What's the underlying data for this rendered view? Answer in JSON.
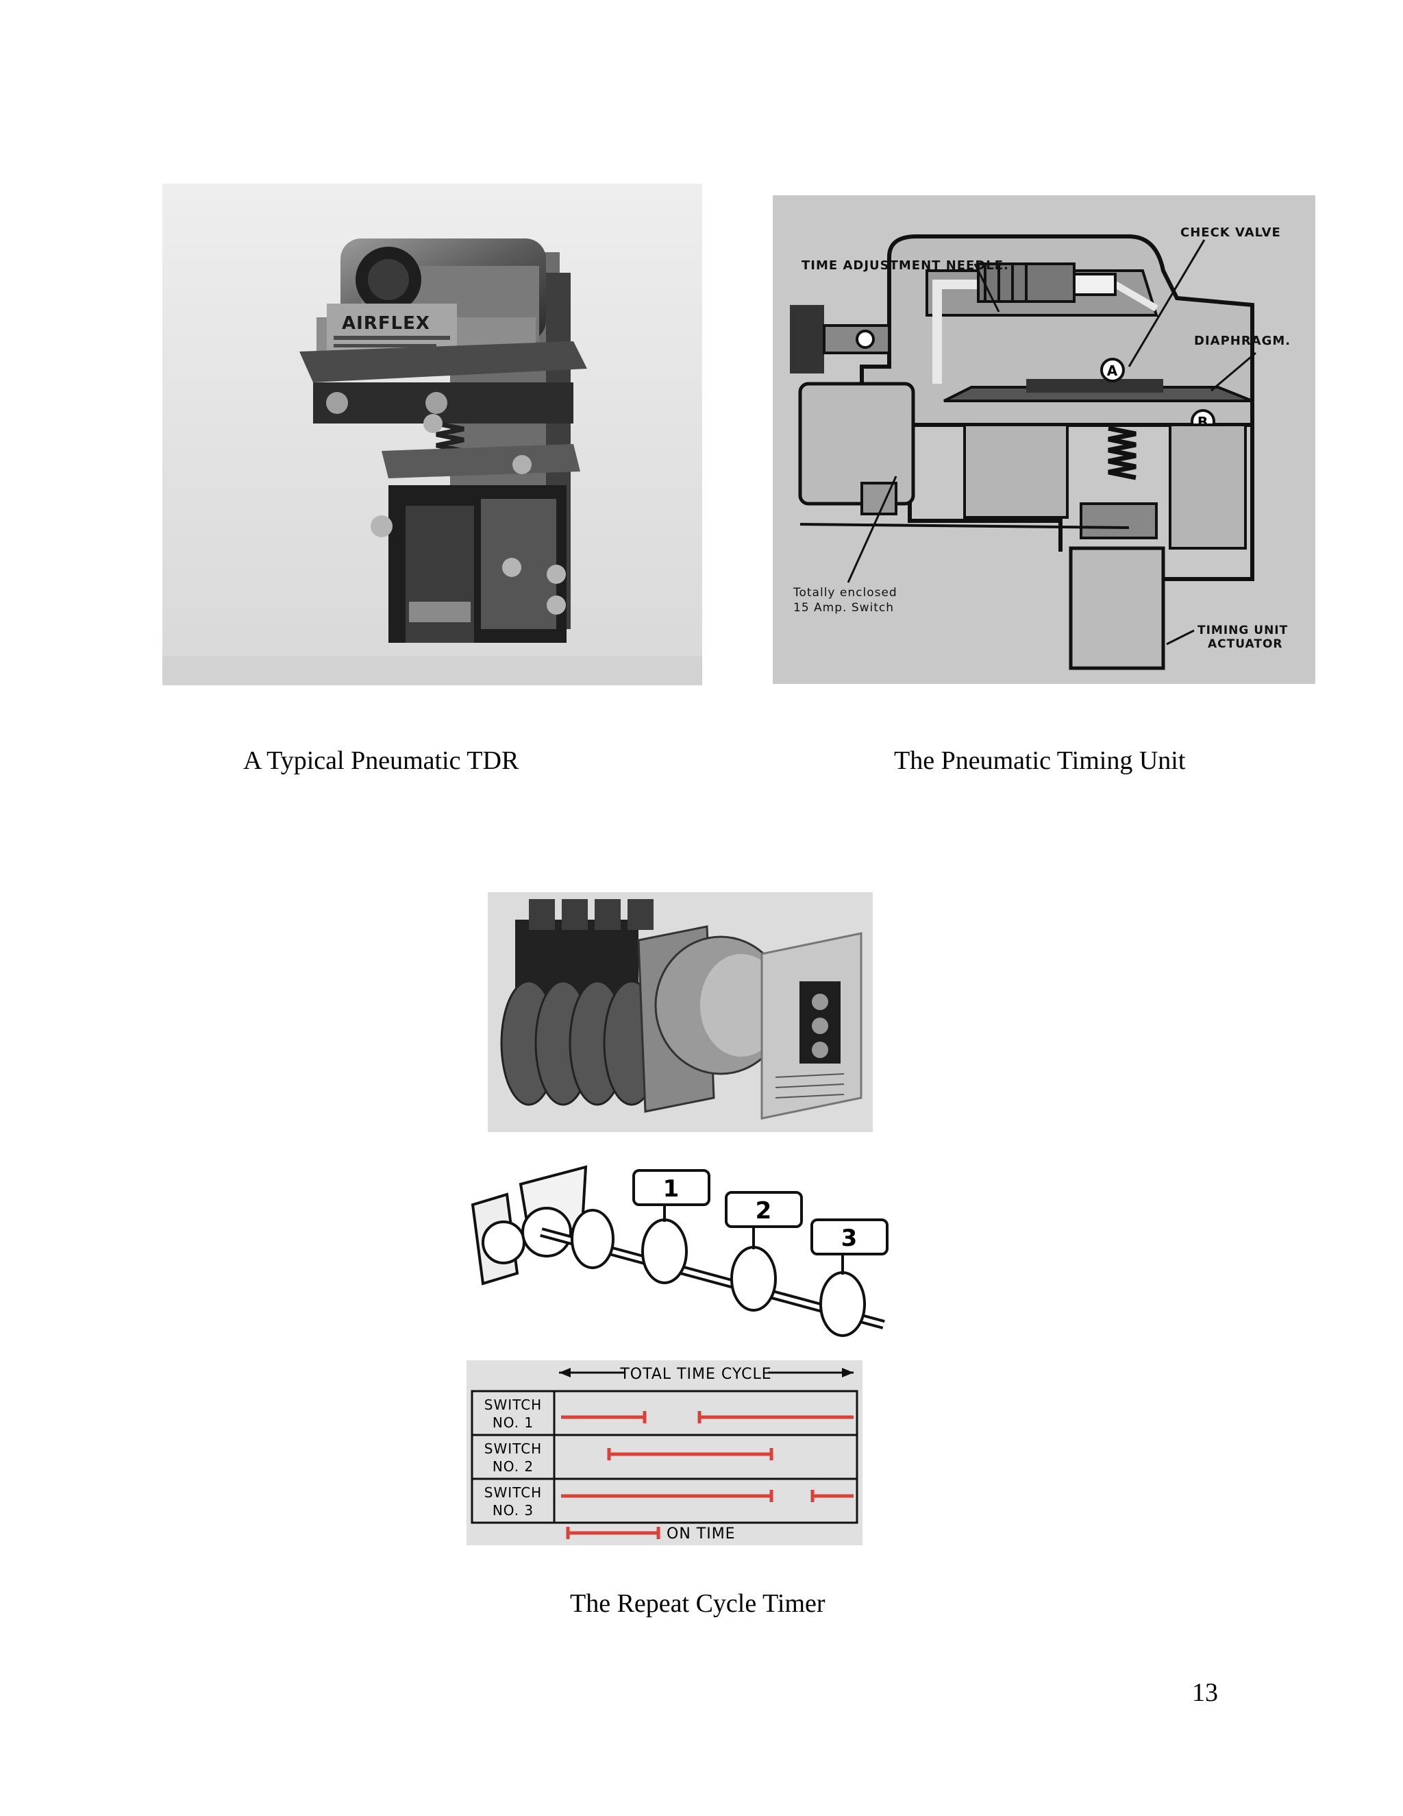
{
  "figures": {
    "tdr_photo": {
      "brand_text": "AIRFLEX"
    },
    "timing_unit": {
      "labels": {
        "check_valve": "CHECK VALVE",
        "time_adjustment_needle": "TIME ADJUSTMENT NEEDLE.",
        "diaphragm": "DIAPHRAGM.",
        "marker_a": "A",
        "marker_b": "B",
        "switch_line1": "Totally enclosed",
        "switch_line2": "15 Amp. Switch",
        "actuator_line1": "TIMING UNIT",
        "actuator_line2": "ACTUATOR"
      }
    },
    "cam_diagram": {
      "cam_numbers": [
        "1",
        "2",
        "3"
      ]
    },
    "timing_chart": {
      "total_label": "TOTAL TIME CYCLE",
      "on_label": "ON TIME",
      "switch_label": "SWITCH",
      "rows": [
        {
          "no": "NO. 1"
        },
        {
          "no": "NO. 2"
        },
        {
          "no": "NO. 3"
        }
      ]
    }
  },
  "captions": {
    "tdr": "A Typical Pneumatic TDR",
    "timing_unit": "The Pneumatic Timing Unit",
    "repeat_cycle": "The Repeat Cycle Timer"
  },
  "page_number": "13"
}
